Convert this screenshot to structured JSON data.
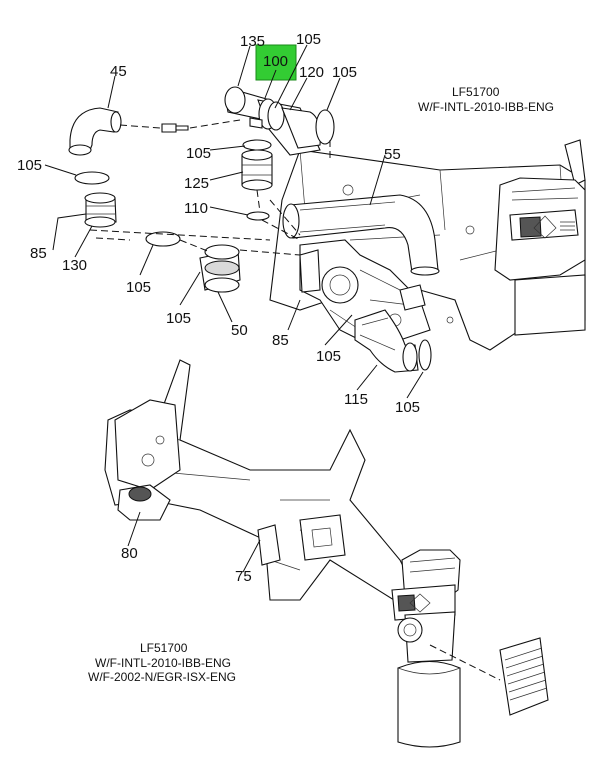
{
  "highlight_color": "#33cc33",
  "top_caption": {
    "line1": "LF51700",
    "line2": "W/F-INTL-2010-IBB-ENG"
  },
  "bottom_caption": {
    "line1": "LF51700",
    "line2": "W/F-INTL-2010-IBB-ENG",
    "line3": "W/F-2002-N/EGR-ISX-ENG"
  },
  "callouts": {
    "c135": "135",
    "c100": "100",
    "c105_top": "105",
    "c45": "45",
    "c120": "120",
    "c105_right": "105",
    "c105_left": "105",
    "c105_mid": "105",
    "c55": "55",
    "c125": "125",
    "c110": "110",
    "c85_left": "85",
    "c130": "130",
    "c105_lower": "105",
    "c105_bl": "105",
    "c50": "50",
    "c85_mid": "85",
    "c105_c": "105",
    "c115": "115",
    "c105_br": "105",
    "c80": "80",
    "c75": "75"
  }
}
